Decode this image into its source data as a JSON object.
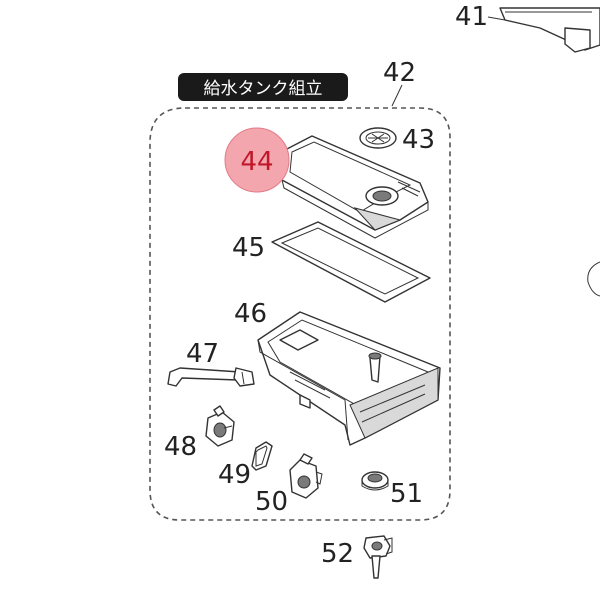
{
  "assembly_label": "給水タンク組立",
  "colors": {
    "label_bg": "#1a1a1a",
    "label_text": "#ffffff",
    "highlight_fill": "#f4a6ae",
    "highlight_text": "#c0182b",
    "line": "#333333"
  },
  "parts": {
    "p41": "41",
    "p42": "42",
    "p43": "43",
    "p44": "44",
    "p45": "45",
    "p46": "46",
    "p47": "47",
    "p48": "48",
    "p49": "49",
    "p50": "50",
    "p51": "51",
    "p52": "52"
  },
  "highlighted_part": "44"
}
